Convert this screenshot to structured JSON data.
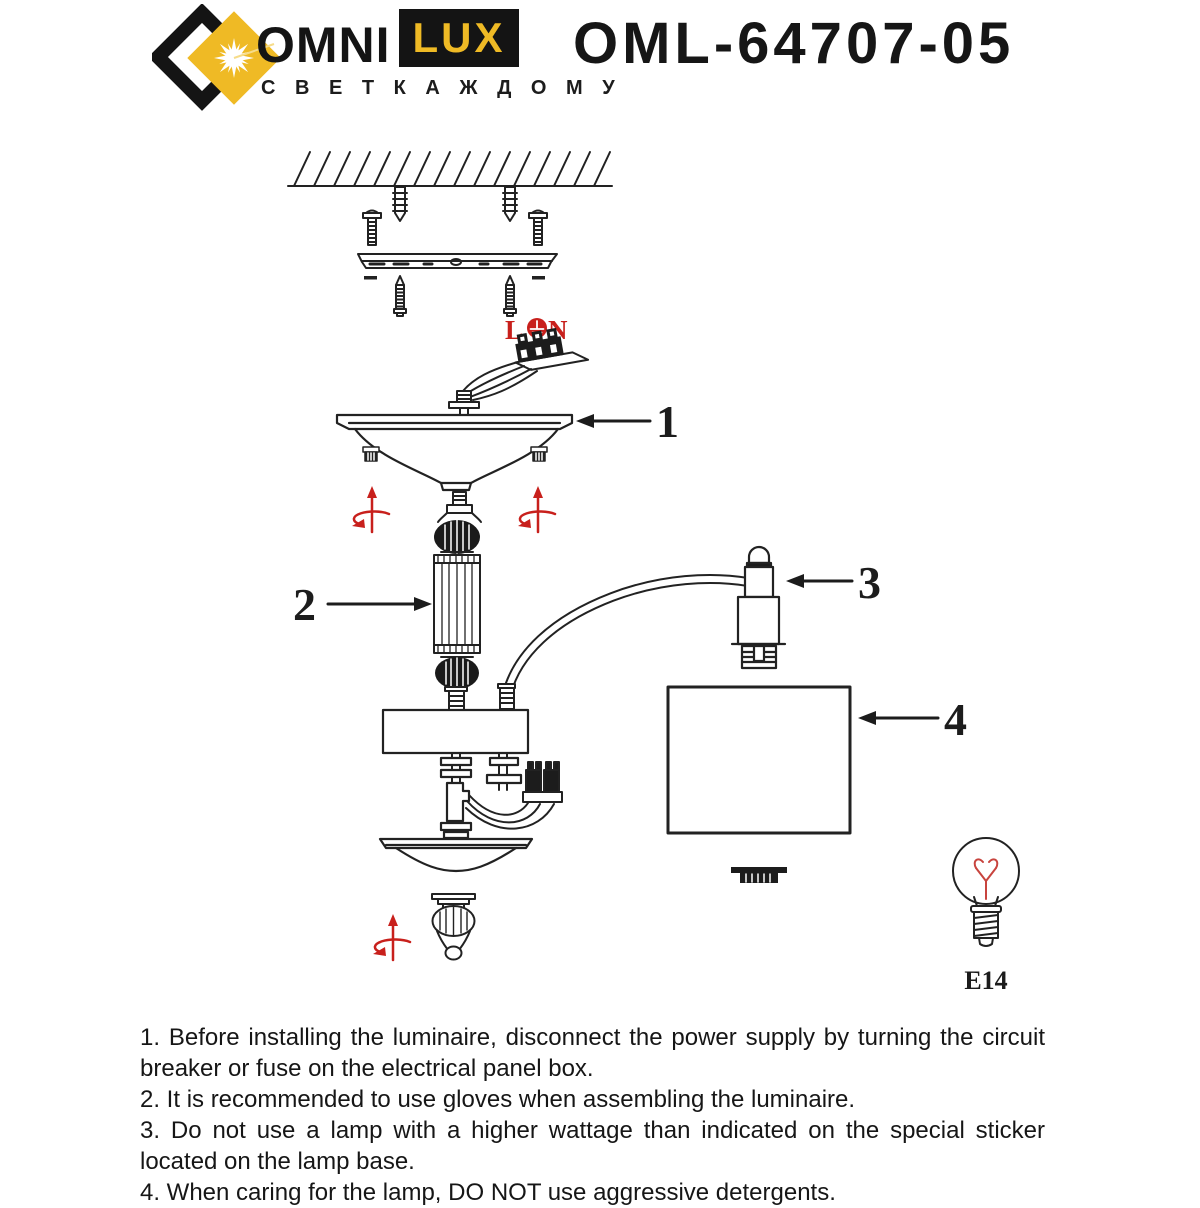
{
  "header": {
    "logo": {
      "brand_omni": "OMNI",
      "brand_lux": "LUX",
      "tagline": "С В Е Т   К А Ж Д О М У"
    },
    "model_number": "OML-64707-05"
  },
  "diagram": {
    "wiring": {
      "live_label": "L",
      "neutral_label": "N"
    },
    "part_labels": {
      "p1": "1",
      "p2": "2",
      "p3": "3",
      "p4": "4"
    },
    "bulb_label": "E14",
    "colors": {
      "accent_red": "#c8201c",
      "logo_yellow": "#efba25",
      "ink": "#1c1c1c"
    }
  },
  "instructions": {
    "items": [
      "1. Before installing the luminaire, disconnect the power supply by turning the circuit breaker or fuse on the electrical panel box.",
      "2. It is recommended to use gloves when assembling the luminaire.",
      "3. Do not use a lamp with a higher wattage than indicated on the special sticker located on the lamp base.",
      "4. When caring for the lamp, DO NOT use aggressive detergents."
    ]
  }
}
